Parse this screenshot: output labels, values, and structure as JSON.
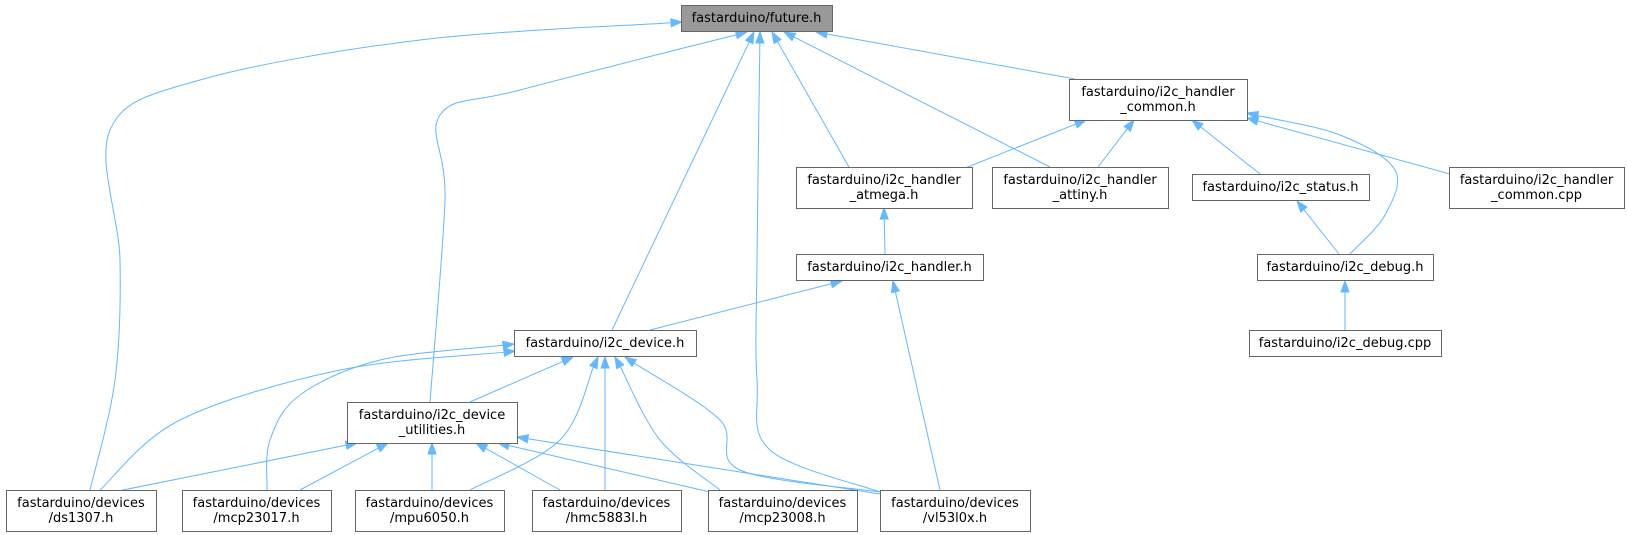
{
  "diagram": {
    "root_id": "future_h",
    "nodes": [
      {
        "id": "future_h",
        "lines": [
          "fastarduino/future.h"
        ]
      },
      {
        "id": "i2c_handler_common_h",
        "lines": [
          "fastarduino/i2c_handler",
          "_common.h"
        ]
      },
      {
        "id": "i2c_handler_atmega_h",
        "lines": [
          "fastarduino/i2c_handler",
          "_atmega.h"
        ]
      },
      {
        "id": "i2c_handler_attiny_h",
        "lines": [
          "fastarduino/i2c_handler",
          "_attiny.h"
        ]
      },
      {
        "id": "i2c_status_h",
        "lines": [
          "fastarduino/i2c_status.h"
        ]
      },
      {
        "id": "i2c_handler_common_cpp",
        "lines": [
          "fastarduino/i2c_handler",
          "_common.cpp"
        ]
      },
      {
        "id": "i2c_handler_h",
        "lines": [
          "fastarduino/i2c_handler.h"
        ]
      },
      {
        "id": "i2c_debug_h",
        "lines": [
          "fastarduino/i2c_debug.h"
        ]
      },
      {
        "id": "i2c_device_h",
        "lines": [
          "fastarduino/i2c_device.h"
        ]
      },
      {
        "id": "i2c_debug_cpp",
        "lines": [
          "fastarduino/i2c_debug.cpp"
        ]
      },
      {
        "id": "i2c_device_utilities_h",
        "lines": [
          "fastarduino/i2c_device",
          "_utilities.h"
        ]
      },
      {
        "id": "ds1307_h",
        "lines": [
          "fastarduino/devices",
          "/ds1307.h"
        ]
      },
      {
        "id": "mcp23017_h",
        "lines": [
          "fastarduino/devices",
          "/mcp23017.h"
        ]
      },
      {
        "id": "mpu6050_h",
        "lines": [
          "fastarduino/devices",
          "/mpu6050.h"
        ]
      },
      {
        "id": "hmc5883l_h",
        "lines": [
          "fastarduino/devices",
          "/hmc5883l.h"
        ]
      },
      {
        "id": "mcp23008_h",
        "lines": [
          "fastarduino/devices",
          "/mcp23008.h"
        ]
      },
      {
        "id": "vl53l0x_h",
        "lines": [
          "fastarduino/devices",
          "/vl53l0x.h"
        ]
      }
    ],
    "edges": [
      {
        "from": "future_h",
        "to": "i2c_handler_common_h"
      },
      {
        "from": "future_h",
        "to": "i2c_handler_atmega_h"
      },
      {
        "from": "future_h",
        "to": "i2c_handler_attiny_h"
      },
      {
        "from": "future_h",
        "to": "i2c_device_h"
      },
      {
        "from": "future_h",
        "to": "i2c_device_utilities_h"
      },
      {
        "from": "future_h",
        "to": "ds1307_h"
      },
      {
        "from": "future_h",
        "to": "vl53l0x_h"
      },
      {
        "from": "i2c_handler_common_h",
        "to": "i2c_handler_atmega_h"
      },
      {
        "from": "i2c_handler_common_h",
        "to": "i2c_handler_attiny_h"
      },
      {
        "from": "i2c_handler_common_h",
        "to": "i2c_status_h"
      },
      {
        "from": "i2c_handler_common_h",
        "to": "i2c_handler_common_cpp"
      },
      {
        "from": "i2c_handler_common_h",
        "to": "i2c_debug_h"
      },
      {
        "from": "i2c_handler_atmega_h",
        "to": "i2c_handler_h"
      },
      {
        "from": "i2c_status_h",
        "to": "i2c_debug_h"
      },
      {
        "from": "i2c_debug_h",
        "to": "i2c_debug_cpp"
      },
      {
        "from": "i2c_handler_h",
        "to": "i2c_device_h"
      },
      {
        "from": "i2c_handler_h",
        "to": "vl53l0x_h"
      },
      {
        "from": "i2c_device_h",
        "to": "i2c_device_utilities_h"
      },
      {
        "from": "i2c_device_h",
        "to": "ds1307_h"
      },
      {
        "from": "i2c_device_h",
        "to": "mcp23017_h"
      },
      {
        "from": "i2c_device_h",
        "to": "mpu6050_h"
      },
      {
        "from": "i2c_device_h",
        "to": "hmc5883l_h"
      },
      {
        "from": "i2c_device_h",
        "to": "mcp23008_h"
      },
      {
        "from": "i2c_device_h",
        "to": "vl53l0x_h"
      },
      {
        "from": "i2c_device_utilities_h",
        "to": "ds1307_h"
      },
      {
        "from": "i2c_device_utilities_h",
        "to": "mcp23017_h"
      },
      {
        "from": "i2c_device_utilities_h",
        "to": "mpu6050_h"
      },
      {
        "from": "i2c_device_utilities_h",
        "to": "hmc5883l_h"
      },
      {
        "from": "i2c_device_utilities_h",
        "to": "mcp23008_h"
      },
      {
        "from": "i2c_device_utilities_h",
        "to": "vl53l0x_h"
      }
    ],
    "colors": {
      "edge": "#63b8ff",
      "root_fill": "#999999",
      "node_fill": "#ffffff",
      "node_border": "#666666",
      "text": "#000000"
    }
  }
}
